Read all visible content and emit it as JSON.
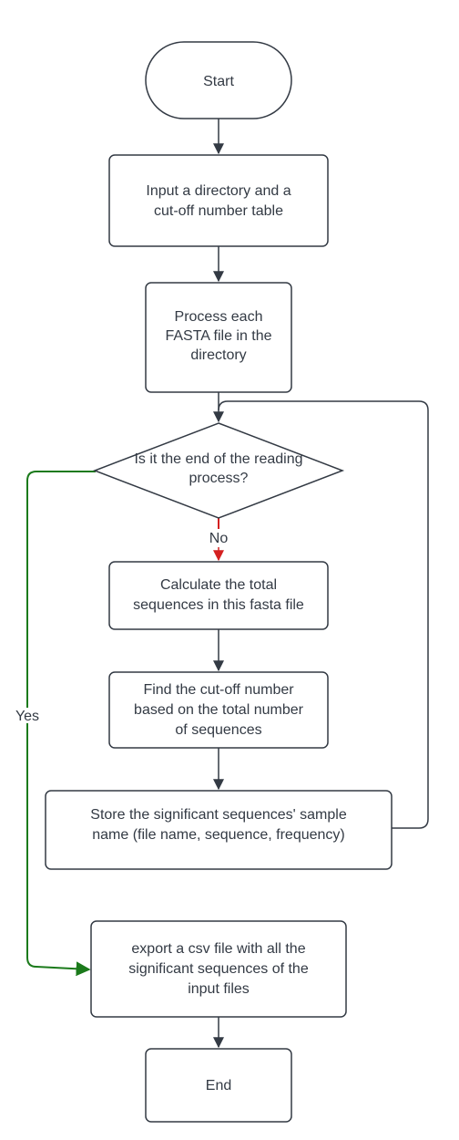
{
  "nodes": {
    "start": {
      "label": "Start"
    },
    "input": {
      "lines": [
        "Input a directory and a",
        "cut-off number table"
      ]
    },
    "process": {
      "lines": [
        "Process each",
        "FASTA file in the",
        "directory"
      ]
    },
    "decision": {
      "lines": [
        "Is it the end of the  reading",
        "process?"
      ]
    },
    "calculate": {
      "lines": [
        "Calculate the total",
        "sequences in this fasta file"
      ]
    },
    "find": {
      "lines": [
        "Find the cut-off number",
        "based on  the total number",
        "of sequences"
      ]
    },
    "store": {
      "lines": [
        "Store  the significant sequences' sample",
        "name (file name, sequence, frequency)"
      ]
    },
    "export": {
      "lines": [
        "export a csv file with all the",
        "significant sequences of the",
        "input files"
      ]
    },
    "end": {
      "label": "End"
    }
  },
  "edges": {
    "no_label": "No",
    "yes_label": "Yes"
  },
  "colors": {
    "stroke": "#333a44",
    "yes_path": "#1b7a1b",
    "no_path": "#d42020",
    "text": "#333a44"
  }
}
